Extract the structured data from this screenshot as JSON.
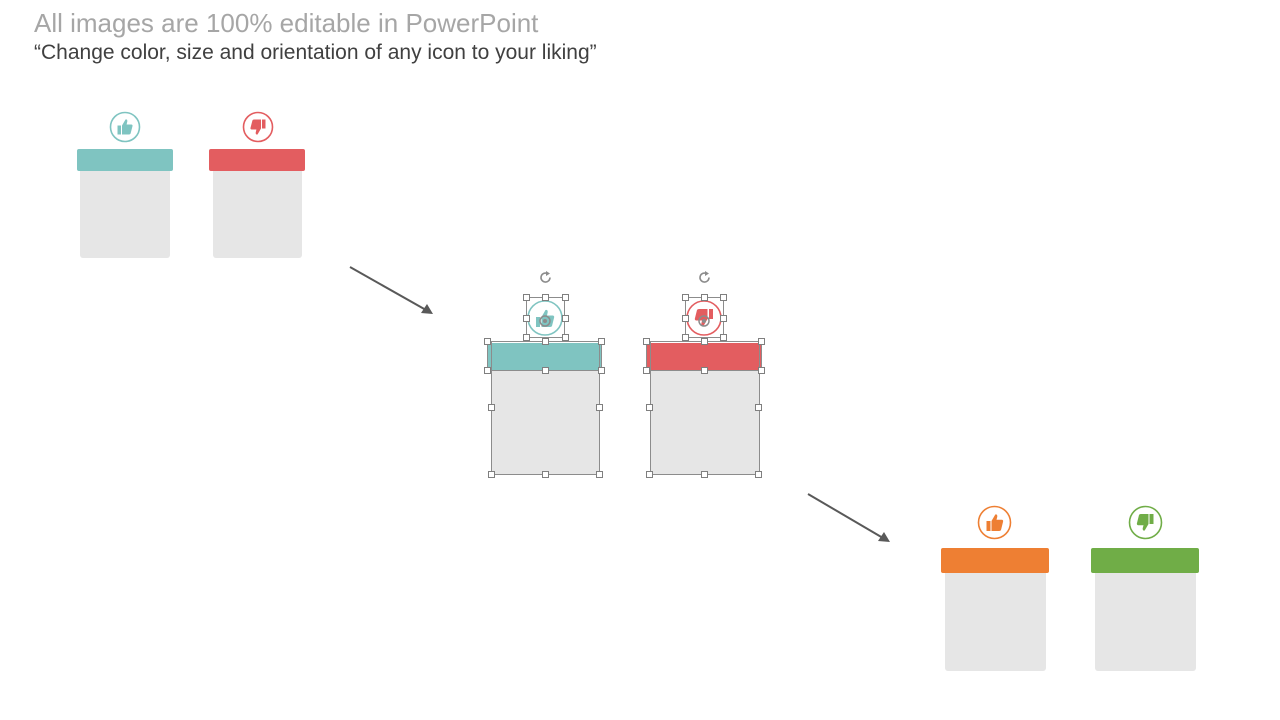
{
  "slide": {
    "title": "All images are 100% editable in PowerPoint",
    "subtitle": "“Change color, size and orientation of any icon to your liking”"
  },
  "colors": {
    "teal": "#7fc4c1",
    "red": "#e35d60",
    "orange": "#ee7f33",
    "green": "#70ad47",
    "card": "#e6e6e6",
    "arrow": "#595959"
  },
  "groups": [
    {
      "name": "original",
      "left_icon": "thumbs-up-icon",
      "right_icon": "thumbs-down-icon",
      "left_color": "teal",
      "right_color": "red"
    },
    {
      "name": "selected",
      "left_icon": "thumbs-up-icon",
      "right_icon": "thumbs-down-icon",
      "left_color": "teal",
      "right_color": "red"
    },
    {
      "name": "recolored",
      "left_icon": "thumbs-up-icon",
      "right_icon": "thumbs-down-icon",
      "left_color": "orange",
      "right_color": "green"
    }
  ]
}
